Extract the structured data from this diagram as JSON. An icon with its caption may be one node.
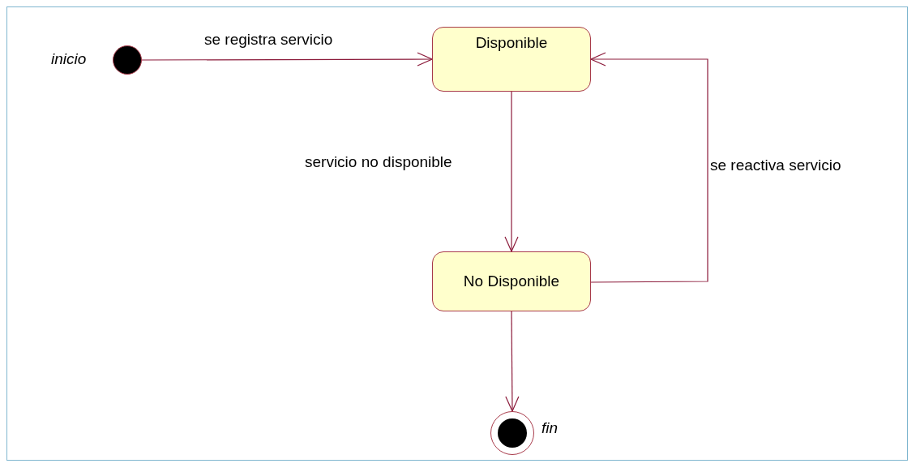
{
  "diagram": {
    "nodes": [
      {
        "text": [],
        "shape": "circle",
        "beside": [
          "inicio"
        ]
      },
      {
        "text": [
          "Disponible"
        ]
      },
      {
        "text": [
          "No Disponible"
        ]
      },
      {
        "text": [],
        "shape": "circle",
        "beside": [
          "fin"
        ]
      }
    ],
    "edges": [
      {
        "from": 0,
        "to": 1,
        "arrow": "to",
        "label": "se registra servicio"
      },
      {
        "from": 1,
        "to": 2,
        "arrow": "to",
        "label": "servicio no disponible"
      },
      {
        "from": 2,
        "to": 1,
        "arrow": "to",
        "label": "se reactiva servicio"
      },
      {
        "from": 2,
        "to": 3,
        "arrow": "to"
      }
    ]
  }
}
